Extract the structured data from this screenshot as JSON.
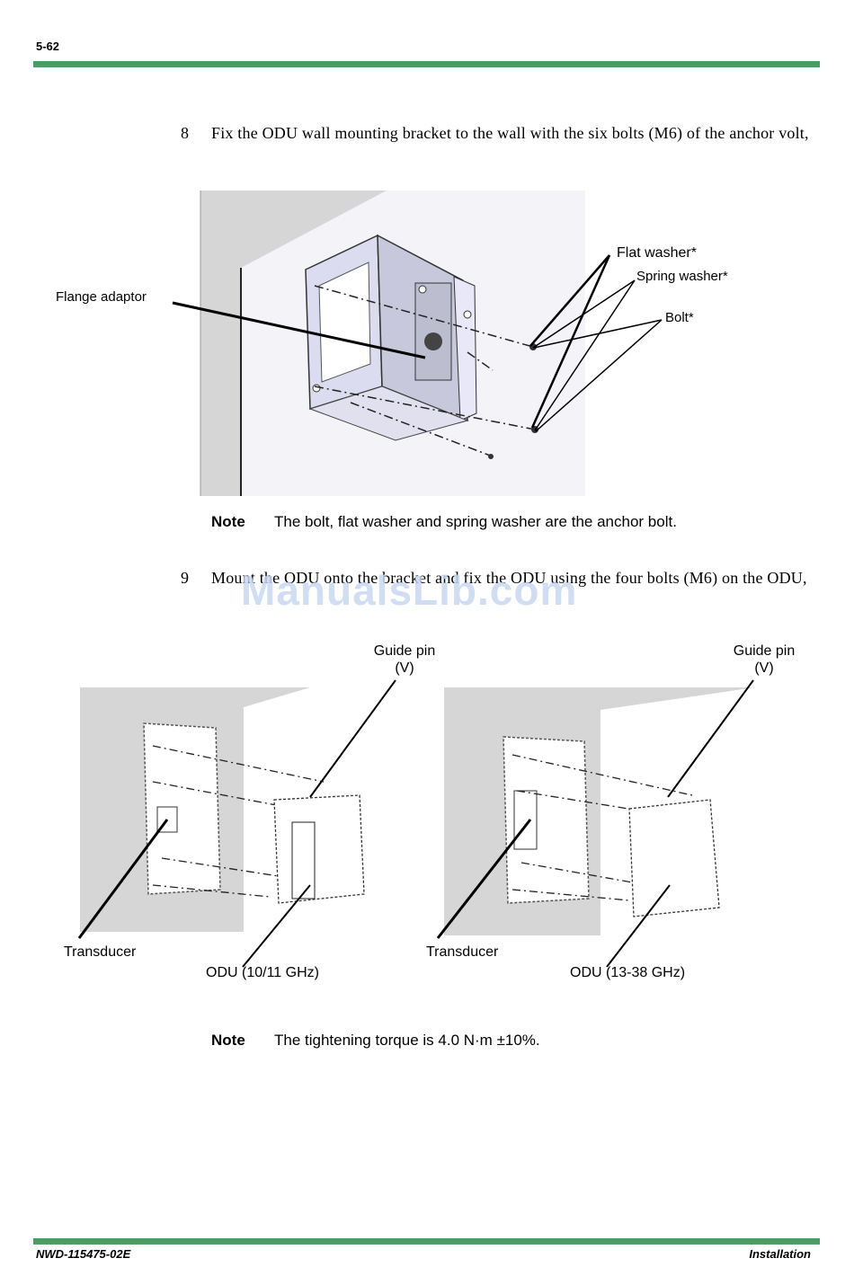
{
  "header": {
    "page_number": "5-62"
  },
  "colors": {
    "rule": "#4a9e63",
    "wall_shade": "#d6d6d6",
    "bracket": "#dcdcf0"
  },
  "steps": [
    {
      "number": "8",
      "text": "Fix the ODU wall mounting bracket to the wall with the six bolts (M6) of the anchor volt,"
    },
    {
      "number": "9",
      "text": "Mount the ODU onto the bracket and fix the ODU using the four bolts (M6) on the ODU,"
    }
  ],
  "figure1": {
    "labels": {
      "flange_adaptor": "Flange adaptor",
      "flat_washer": "Flat washer*",
      "spring_washer": "Spring washer*",
      "bolt": "Bolt*"
    }
  },
  "note1": {
    "title": "Note",
    "text": "The bolt, flat washer and spring washer are the anchor bolt."
  },
  "watermark": "ManualsLib.com",
  "figure2": {
    "left": {
      "guide_pin_line1": "Guide pin",
      "guide_pin_line2": "(V)",
      "transducer": "Transducer",
      "odu": "ODU (10/11 GHz)"
    },
    "right": {
      "guide_pin_line1": "Guide pin",
      "guide_pin_line2": "(V)",
      "transducer": "Transducer",
      "odu": "ODU (13-38 GHz)"
    }
  },
  "note2": {
    "title": "Note",
    "text": "The tightening torque is 4.0 N·m ±10%."
  },
  "footer": {
    "doc_number": "NWD-115475-02E",
    "section": "Installation"
  }
}
